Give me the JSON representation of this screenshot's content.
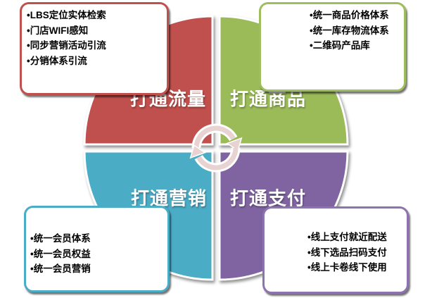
{
  "diagram": {
    "background_color": "#FFFFFF",
    "label_text_color": "#FFFFFF",
    "item_text_color": "#000000",
    "center_arrows_color": "#E8D2D2",
    "quadrants": [
      {
        "position": "top-left",
        "label": "打通流量",
        "color": "#C0504D"
      },
      {
        "position": "top-right",
        "label": "打通商品",
        "color": "#9BBB59"
      },
      {
        "position": "bottom-left",
        "label": "打通营销",
        "color": "#4BACC6"
      },
      {
        "position": "bottom-right",
        "label": "打通支付",
        "color": "#8064A2"
      }
    ],
    "callouts": [
      {
        "position": "top-left",
        "border_color": "#C0504D",
        "items": [
          "•LBS定位实体检索",
          "•门店WIFI感知",
          "•同步营销活动引流",
          "•分销体系引流"
        ]
      },
      {
        "position": "top-right",
        "border_color": "#9EBD5C",
        "items": [
          "•统一商品价格体系",
          "•统一库存物流体系",
          "•二维码产品库"
        ]
      },
      {
        "position": "bottom-left",
        "border_color": "#4BACC6",
        "items": [
          "•统一会员体系",
          "•统一会员权益",
          "•统一会员营销"
        ]
      },
      {
        "position": "bottom-right",
        "border_color": "#8F72B0",
        "items": [
          "•线上支付就近配送",
          "•线下选品扫码支付",
          "•线上卡卷线下使用"
        ]
      }
    ]
  }
}
